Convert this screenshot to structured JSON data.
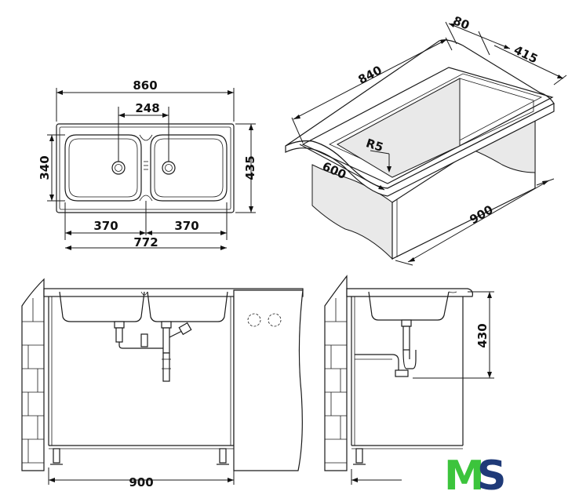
{
  "top_view": {
    "dim_overall_width": "860",
    "dim_drain_spacing": "248",
    "dim_bowl_height": "340",
    "dim_overall_depth": "435",
    "dim_bowl_left": "370",
    "dim_bowl_right": "370",
    "dim_inner_width": "772"
  },
  "iso_view": {
    "dim_ledge": "80",
    "dim_length": "840",
    "dim_rim_depth": "415",
    "dim_radius": "R5",
    "dim_cabinet_depth": "600",
    "dim_cabinet_length": "900"
  },
  "front_view": {
    "dim_cabinet_width": "900"
  },
  "side_view": {
    "dim_height": "430"
  },
  "logo": {
    "letter_1": "M",
    "letter_2": "S",
    "color_1": "#3cc43c",
    "color_2": "#1f3a78"
  }
}
